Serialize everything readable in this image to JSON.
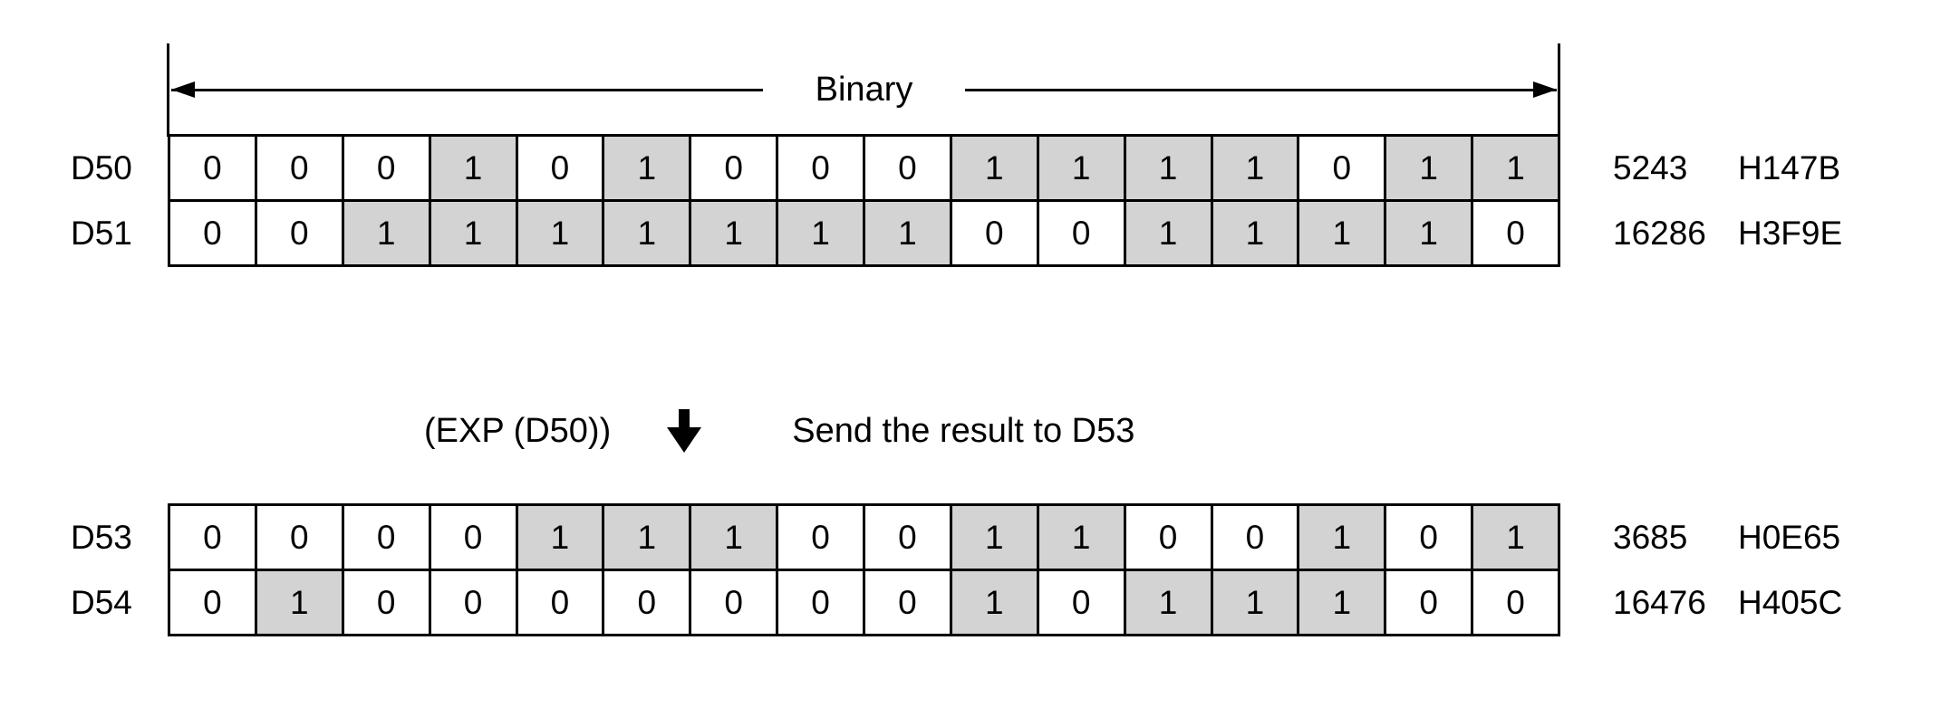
{
  "header": {
    "binary_label": "Binary"
  },
  "operation": {
    "expression": "(EXP (D50))",
    "arrow_icon": "down-arrow",
    "description": "Send the result to D53"
  },
  "colors": {
    "bit_on_fill": "#d3d3d3",
    "bit_off_fill": "#ffffff",
    "line_color": "#000000"
  },
  "register_groups": [
    {
      "registers": [
        {
          "label": "D50",
          "bits": [
            0,
            0,
            0,
            1,
            0,
            1,
            0,
            0,
            0,
            1,
            1,
            1,
            1,
            0,
            1,
            1
          ],
          "decimal": "5243",
          "hex": "H147B"
        },
        {
          "label": "D51",
          "bits": [
            0,
            0,
            1,
            1,
            1,
            1,
            1,
            1,
            1,
            0,
            0,
            1,
            1,
            1,
            1,
            0
          ],
          "decimal": "16286",
          "hex": "H3F9E"
        }
      ]
    },
    {
      "registers": [
        {
          "label": "D53",
          "bits": [
            0,
            0,
            0,
            0,
            1,
            1,
            1,
            0,
            0,
            1,
            1,
            0,
            0,
            1,
            0,
            1
          ],
          "decimal": "3685",
          "hex": "H0E65"
        },
        {
          "label": "D54",
          "bits": [
            0,
            1,
            0,
            0,
            0,
            0,
            0,
            0,
            0,
            1,
            0,
            1,
            1,
            1,
            0,
            0
          ],
          "decimal": "16476",
          "hex": "H405C"
        }
      ]
    }
  ]
}
